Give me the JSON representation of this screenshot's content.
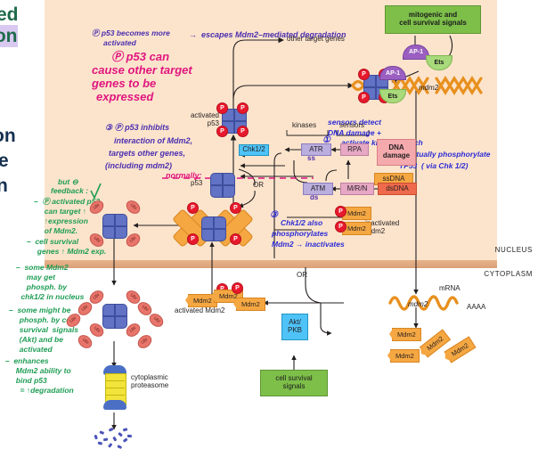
{
  "notes": {
    "left_headings": [
      {
        "text": "ed",
        "highlight": false
      },
      {
        "text": "ion",
        "highlight": true
      },
      {
        "text": "on",
        "highlight": false
      },
      {
        "text": "e",
        "highlight": false
      },
      {
        "text": "n",
        "highlight": false
      }
    ],
    "purple_top_line1": "Ⓟ p53 becomes more",
    "purple_top_line2": "activated",
    "purple_top_arrow": "→  escapes Mdm2–mediated degradation",
    "pink_big": [
      "Ⓟ p53 can",
      "cause other target",
      "genes to be",
      "expressed"
    ],
    "purple_step2": [
      "③ Ⓟ p53 inhibits",
      "interaction of Mdm2,",
      "targets other genes,",
      "(including mdm2)"
    ],
    "pink_normally": "normally:",
    "green_feedback_title": [
      "but ⊖",
      "feedback :"
    ],
    "green_bullets": [
      "–  Ⓟ activated p53",
      "     can target ↑",
      "     ↑expression",
      "     of Mdm2.",
      "–  cell survival",
      "     genes ↑ Mdm2 exp."
    ],
    "green_bullets2": [
      "–  some Mdm2",
      "     may get",
      "     phosph. by",
      "    chk1/2 in nucleus",
      "–  some might be",
      "     phosph. by cell",
      "     survival  signals",
      "     (Akt) and be",
      "     activated",
      "–  enhances",
      "     Mdm2 ability to",
      "     bind p53",
      "       = ↑degradation"
    ],
    "blue_sensors": [
      "sensors detect",
      "DNA damage +",
      "activate kinases which",
      "eventually phosphorylate",
      "TP53  ( via Chk 1/2)"
    ],
    "blue_step3": [
      "③",
      "Chk1/2 also",
      "phosphorylates",
      "Mdm2 → inactivates"
    ]
  },
  "diagram": {
    "compartments": {
      "nucleus": "NUCLEUS",
      "cytoplasm": "CYTOPLASM"
    },
    "boxes": {
      "mitogenic": "mitogenic and\ncell survival signals",
      "chk": "Chk1/2",
      "atr": "ATR",
      "atm": "ATM",
      "rpa": "RPA",
      "mrn": "M/R/N",
      "dna_damage": "DNA\ndamage",
      "ssdna": "ssDNA",
      "dsdna": "dsDNA",
      "akt": "Akt/\nPKB",
      "cell_survival": "cell survival\nsignals"
    },
    "labels": {
      "kinases": "kinases",
      "sensors": "sensors",
      "activated_p53": "activated\np53",
      "p53": "p53",
      "or1": "OR",
      "or2": "OR",
      "other_target_genes": "other target genes",
      "inactivated_mdm2": "inactivated\nMdm2",
      "activated_mdm2": "activated Mdm2",
      "mrna": "mRNA",
      "mdm2_gene": "mdm2",
      "polya": "AAAA",
      "proteasome": "cytoplasmic\nproteasome",
      "ss": "ss",
      "ds": "ds",
      "ap1": "AP-1",
      "ets": "Ets",
      "mdm2": "Mdm2",
      "p_tag": "P"
    }
  },
  "colors": {
    "nucleus_bg": "#fce4cc",
    "membrane": "#d9a076",
    "p53": "#6272c4",
    "mdm2": "#f5a742",
    "phospho": "#e8192c",
    "green_box": "#7ebf4a",
    "blue_box": "#4fc3f7",
    "handwriting_purple": "#4b2fb0",
    "handwriting_pink": "#e0157f",
    "handwriting_green": "#1f9d55",
    "handwriting_blue": "#2c2cd6",
    "heading_green": "#1d6b4a",
    "highlight": "#d9c8f0"
  }
}
